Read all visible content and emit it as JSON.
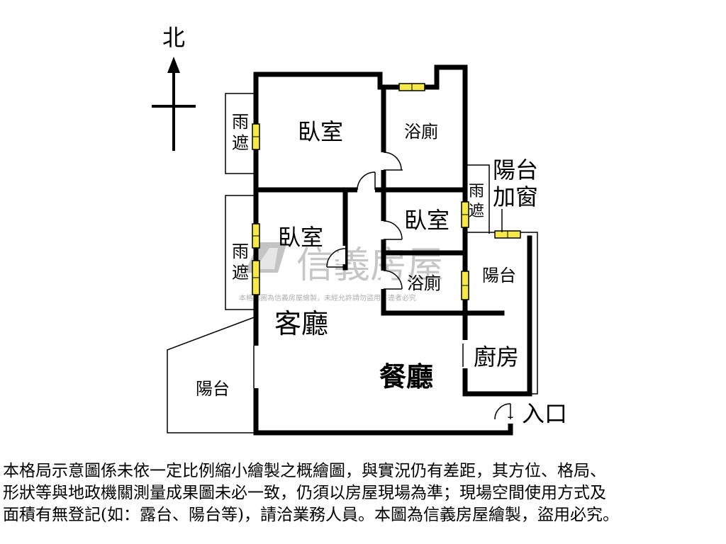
{
  "compass": {
    "north_label": "北"
  },
  "rooms": {
    "bedroom_top": "臥室",
    "bathroom_top": "浴廁",
    "bedroom_mid_right": "臥室",
    "bedroom_left": "臥室",
    "bathroom_mid": "浴廁",
    "living_room": "客廳",
    "dining_room": "餐廳",
    "kitchen": "廚房",
    "balcony_left": "陽台",
    "balcony_right": "陽台",
    "balcony_callout_line1": "陽台",
    "balcony_callout_line2": "加窗",
    "entrance": "入口",
    "awning_char1": "雨",
    "awning_char2": "遮"
  },
  "watermark": {
    "brand": "信義房屋",
    "notice": "本格局圖為信義房屋繪製，未經允許請勿盜用，違者必究"
  },
  "disclaimer_lines": [
    "本格局示意圖係未依一定比例縮小繪製之概繪圖，與實況仍有差距，其方位、格局、",
    "形狀等與地政機關測量成果圖未必一致，仍須以房屋現場為準；現場空間使用方式及",
    "面積有無登記(如：露台、陽台等)，請洽業務人員。本圖為信義房屋繪製，盜用必究。"
  ],
  "colors": {
    "wall": "#000000",
    "window": "#f5e94a",
    "watermark": "#b8b8b8"
  }
}
